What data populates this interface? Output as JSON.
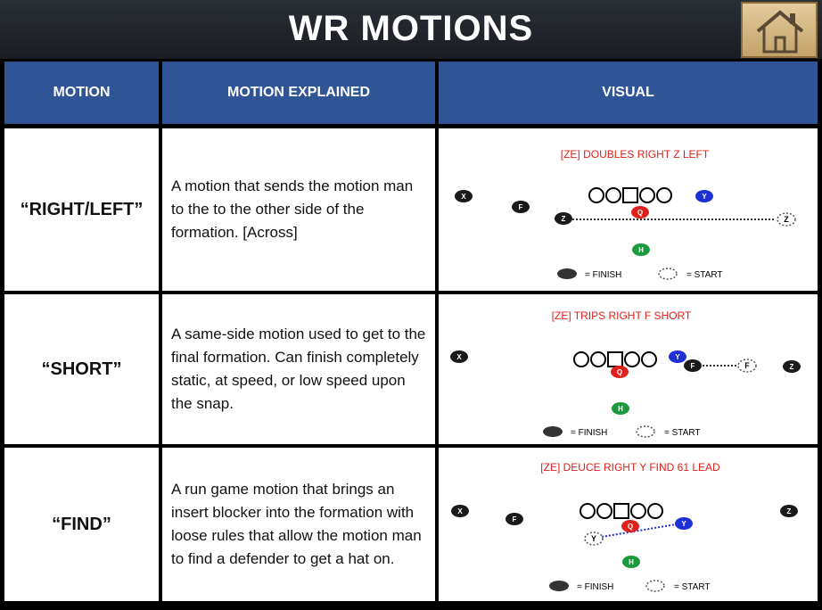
{
  "title": "WR MOTIONS",
  "home_icon": "home-icon",
  "headers": {
    "motion": "MOTION",
    "explained": "MOTION EXPLAINED",
    "visual": "VISUAL"
  },
  "colors": {
    "header_bg": "#2f5597",
    "diagram_title": "#e0201a",
    "qb": "#e0201a",
    "y": "#1f2fd6",
    "h": "#1a9a3c",
    "player": "#1a1a1a"
  },
  "legend": {
    "finish": "= FINISH",
    "start": "= START"
  },
  "rows": [
    {
      "name": "“RIGHT/LEFT”",
      "explanation": "A motion that sends the motion man to the to the other side of the formation. [Across]",
      "diagram_title": "[ZE] DOUBLES RIGHT Z LEFT",
      "players": {
        "x": "X",
        "f": "F",
        "z": "Z",
        "q": "Q",
        "y": "Y",
        "h": "H",
        "z_start": "Z"
      }
    },
    {
      "name": "“SHORT”",
      "explanation": "A same-side motion used to get to the final formation. Can finish completely static, at speed, or low speed upon the snap.",
      "diagram_title": "[ZE] TRIPS RIGHT F SHORT",
      "players": {
        "x": "X",
        "f": "F",
        "z": "Z",
        "q": "Q",
        "y": "Y",
        "h": "H",
        "f_start": "F"
      }
    },
    {
      "name": "“FIND”",
      "explanation": "A run game motion that brings an insert blocker into the formation with loose rules that allow the motion man to find a defender to get a hat on.",
      "diagram_title": "[ZE] DEUCE RIGHT Y FIND 61 LEAD",
      "players": {
        "x": "X",
        "f": "F",
        "z": "Z",
        "q": "Q",
        "y": "Y",
        "h": "H",
        "y_start": "Y"
      }
    }
  ]
}
